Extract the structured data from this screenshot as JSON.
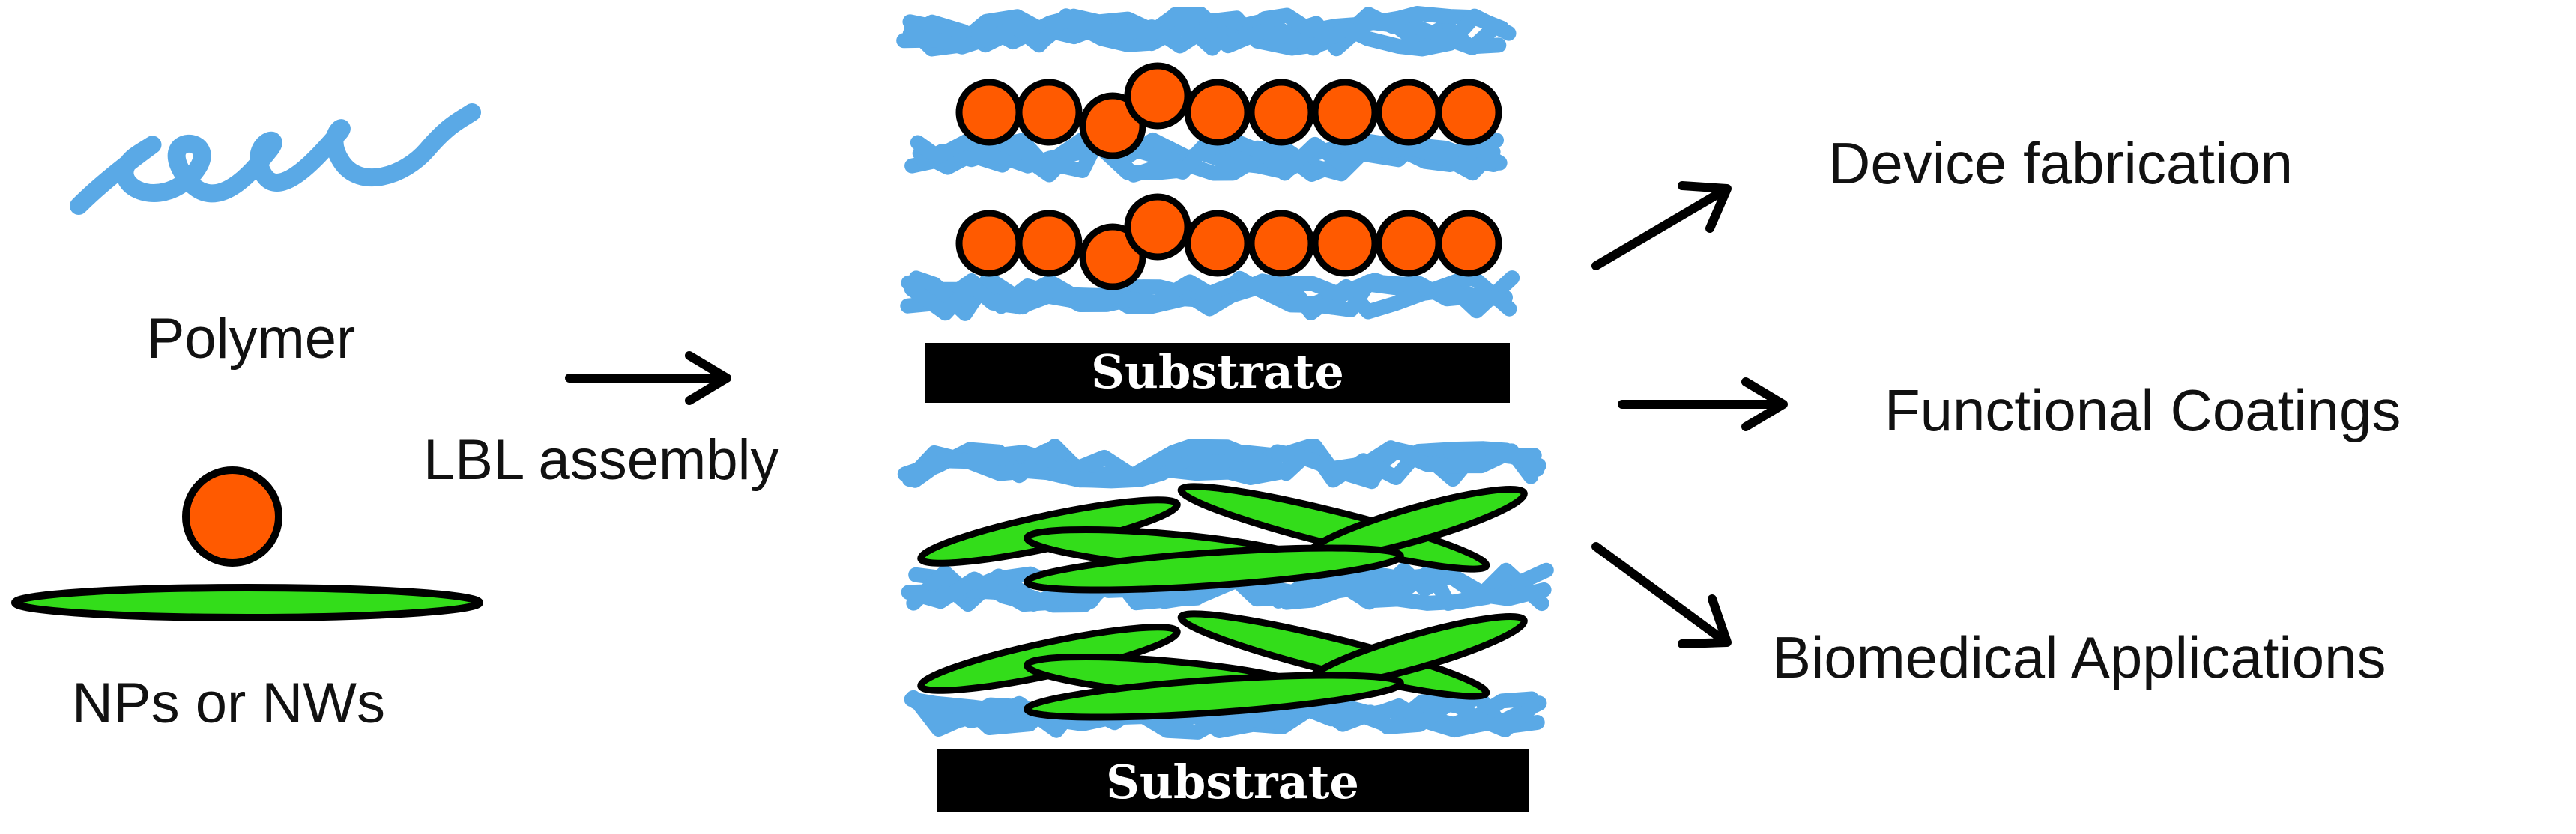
{
  "labels": {
    "polymer": "Polymer",
    "particles": "NPs or NWs",
    "process": "LBL assembly",
    "substrate_top": "Substrate",
    "substrate_bottom": "Substrate"
  },
  "outcomes": [
    "Device fabrication",
    "Functional Coatings",
    "Biomedical Applications"
  ],
  "colors": {
    "polymer": "#5aa9e6",
    "nanoparticle": "#ff5a00",
    "nanowire": "#33dd1a",
    "substrate": "#000000",
    "outline": "#000000",
    "text": "#111111",
    "arrow": "#000000"
  },
  "icons": [
    "arrow-right-icon",
    "arrow-up-right-icon",
    "arrow-down-right-icon"
  ]
}
